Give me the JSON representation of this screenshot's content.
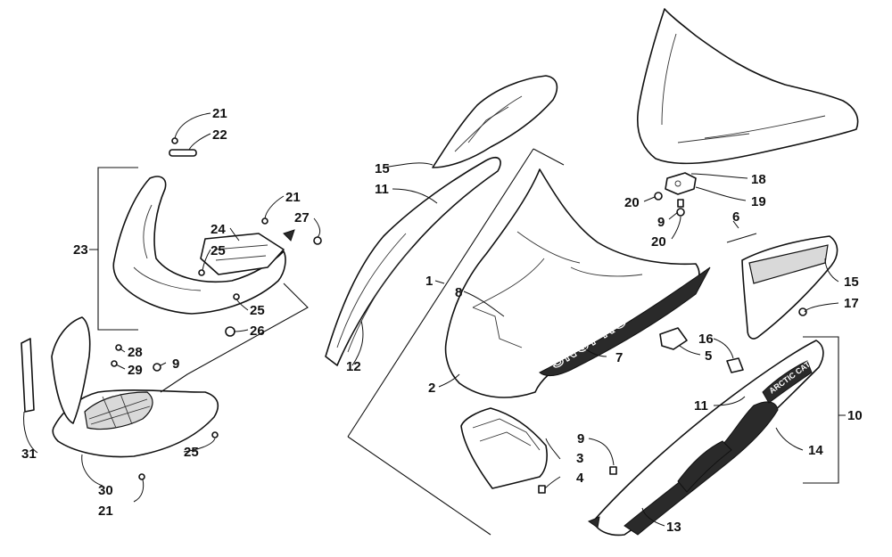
{
  "diagram": {
    "decals": {
      "hood_text": "SNOPRO",
      "panel_text": "ARCTIC CAT"
    },
    "callouts": [
      "1",
      "2",
      "3",
      "4",
      "5",
      "6",
      "7",
      "8",
      "9",
      "9",
      "9",
      "10",
      "11",
      "11",
      "12",
      "13",
      "14",
      "15",
      "15",
      "16",
      "17",
      "18",
      "19",
      "20",
      "20",
      "21",
      "21",
      "21",
      "22",
      "23",
      "24",
      "25",
      "25",
      "25",
      "26",
      "27",
      "28",
      "29",
      "30",
      "31"
    ]
  }
}
